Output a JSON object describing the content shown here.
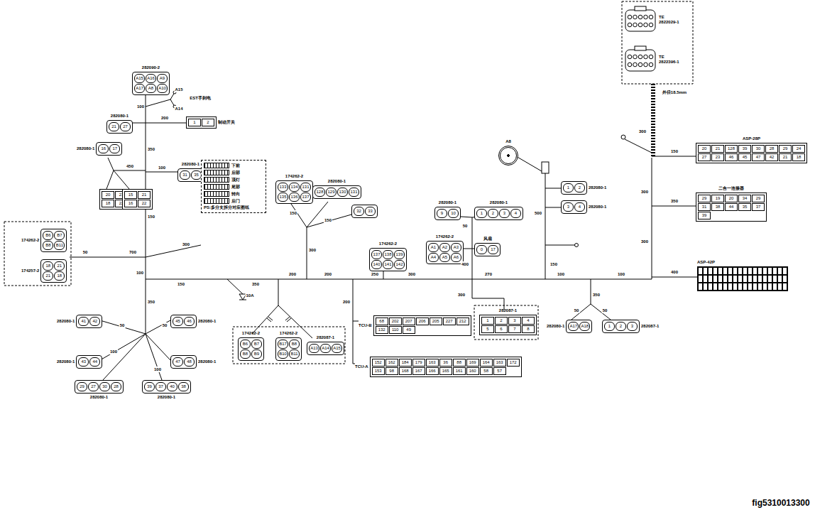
{
  "diagram": {
    "nodes": [
      {
        "text": [
          "282090-2",
          "A15",
          "A16",
          "A9",
          "A17",
          "A8",
          "A10"
        ]
      },
      {
        "text": [
          "282080-1",
          "21",
          "27"
        ]
      },
      {
        "text": [
          "制动开关",
          "1",
          "2"
        ]
      },
      {
        "text": [
          "282080-1",
          "16",
          "17"
        ]
      },
      {
        "text": [
          "20",
          "21",
          "18",
          "22"
        ]
      },
      {
        "text": [
          "15",
          "21",
          "16",
          "22"
        ]
      },
      {
        "text": [
          "282080-1",
          "31",
          "35"
        ]
      },
      {
        "text": [
          "下前",
          "后部",
          "顶灯",
          "尾部",
          "转向",
          "后门",
          "PS:多分支拆分对应图纸"
        ]
      },
      {
        "text": [
          "174262-2",
          "B6",
          "B7",
          "B8",
          "B11"
        ]
      },
      {
        "text": [
          "174257-2",
          "18",
          "21",
          "21",
          "18"
        ]
      },
      {
        "text": [
          "174262-2",
          "133",
          "134",
          "131",
          "135",
          "136",
          "137"
        ]
      },
      {
        "text": [
          "282080-1",
          "128",
          "129",
          "130",
          "131"
        ]
      },
      {
        "text": [
          "32",
          "33"
        ]
      },
      {
        "text": [
          "174262-2",
          "137",
          "138",
          "139",
          "140",
          "141",
          "142"
        ]
      },
      {
        "text": [
          "174262-2",
          "A1",
          "A2",
          "A3",
          "A4",
          "A5",
          "A6"
        ]
      },
      {
        "text": [
          "风扇",
          "0",
          "17"
        ]
      },
      {
        "text": [
          "282080-1",
          "9",
          "10"
        ]
      },
      {
        "text": [
          "282080-1",
          "1",
          "2",
          "3",
          "4"
        ]
      },
      {
        "text": [
          "A8"
        ]
      },
      {
        "text": [
          "282080-1",
          "1",
          "2"
        ]
      },
      {
        "text": [
          "282080-1",
          "3",
          "4"
        ]
      },
      {
        "text": [
          "TE",
          "2822029-1"
        ]
      },
      {
        "text": [
          "TE",
          "2822396-1"
        ]
      },
      {
        "text": [
          "ASP-28P",
          "20",
          "21",
          "128",
          "39",
          "30",
          "28",
          "29",
          "24",
          "27",
          "23",
          "46",
          "45",
          "47",
          "42",
          "21",
          "18"
        ]
      },
      {
        "text": [
          "二合一连接器",
          "29",
          "19",
          "20",
          "34",
          "29",
          "31",
          "38",
          "44",
          "35",
          "37",
          "39"
        ]
      },
      {
        "text": [
          "ASP-42P"
        ]
      },
      {
        "text": [
          "282080-1",
          "41",
          "42"
        ]
      },
      {
        "text": [
          "282080-1",
          "43",
          "44"
        ]
      },
      {
        "text": [
          "282080-1",
          "45",
          "46"
        ]
      },
      {
        "text": [
          "282080-1",
          "47",
          "48"
        ]
      },
      {
        "text": [
          "282080-1",
          "29",
          "27",
          "30",
          "28"
        ]
      },
      {
        "text": [
          "282080-1",
          "39",
          "37",
          "40",
          "38"
        ]
      },
      {
        "text": [
          "174262-2",
          "B6",
          "B7",
          "B8",
          "B9"
        ]
      },
      {
        "text": [
          "174262-2",
          "B17",
          "B8",
          "B10",
          "B11"
        ]
      },
      {
        "text": [
          "282087-1",
          "A13",
          "A14",
          "A15"
        ]
      },
      {
        "text": [
          "TCU-B",
          "68",
          "202",
          "207",
          "206",
          "205",
          "227",
          "212",
          "132",
          "110",
          "49"
        ]
      },
      {
        "text": [
          "TCU-A",
          "152",
          "162",
          "184",
          "179",
          "163",
          "36",
          "88",
          "169",
          "164",
          "163",
          "172",
          "153",
          "98",
          "168",
          "167",
          "166",
          "165",
          "161",
          "160",
          "58",
          "57"
        ]
      },
      {
        "text": [
          "282087-1",
          "1",
          "2",
          "3",
          "4",
          "5",
          "6",
          "7",
          "8"
        ]
      },
      {
        "text": [
          "282080-1",
          "A17",
          "A18"
        ]
      },
      {
        "text": [
          "282087-1",
          "1",
          "2",
          "3"
        ]
      }
    ],
    "labels": [
      "100",
      "EST手刹电",
      "A15",
      "A14",
      "200",
      "350",
      "450",
      "100",
      "150",
      "700",
      "50",
      "300",
      "100",
      "150",
      "350",
      "200",
      "200",
      "300",
      "270",
      "100",
      "100",
      "150",
      "300",
      "150",
      "250",
      "400",
      "50",
      "300",
      "500",
      "150",
      "200",
      "350",
      "50",
      "50",
      "350",
      "50",
      "50",
      "100",
      "100",
      "10A",
      "150",
      "350",
      "400",
      "300",
      "300",
      "300",
      "外径18.5mm",
      "fig5310013300"
    ]
  }
}
